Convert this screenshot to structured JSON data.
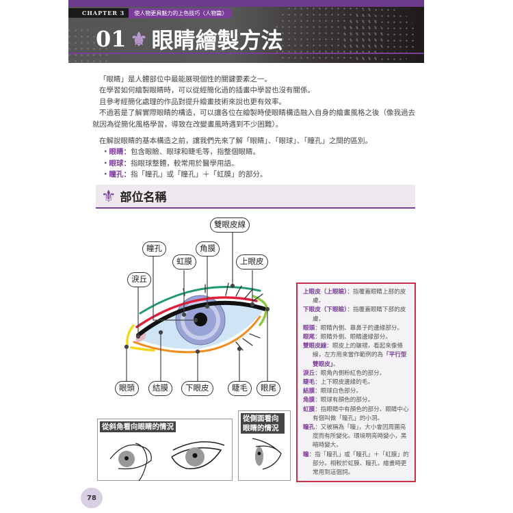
{
  "header": {
    "chapter_label": "CHAPTER 3",
    "chapter_title": "使人物更具魅力的上色技巧〈人物篇〉",
    "section_number": "01",
    "title": "眼睛繪製方法",
    "ornament": "⚜"
  },
  "intro": {
    "paragraphs": [
      "「眼睛」是人體部位中最能展現個性的關鍵要素之一。",
      "在學習如何繪製眼睛時，可以從經簡化過的插畫中學習也沒有關係。",
      "且參考經簡化處理的作品對提升繪畫技術來說也更有效率。",
      "不過若是了解實際眼睛的構造，可以讓各位在繪製時使眼睛構造融入自身的繪畫風格之後（像我過去就因為從簡化風格學習，導致在改變畫風時遇到不少困難）。",
      "在解說眼睛的基本構造之前，讓我們先來了解「眼睛」、「眼球」、「瞳孔」之間的區別。"
    ],
    "bullets": [
      {
        "term": "・眼睛：",
        "desc": "包含眼瞼、眼球和睫毛等，指整個眼睛。"
      },
      {
        "term": "・眼球：",
        "desc": "指眼球整體，較常用於醫學用語。"
      },
      {
        "term": "・瞳孔：",
        "desc": "指「瞳孔」或「瞳孔」＋「虹膜」的部分。"
      }
    ]
  },
  "section": {
    "title": "部位名稱",
    "ornament": "⚜"
  },
  "diagram_labels": {
    "double_eyelid_line": "雙眼皮線",
    "pupil": "瞳孔",
    "cornea": "角膜",
    "iris": "虹膜",
    "upper_eyelid": "上眼皮",
    "caruncle": "淚丘",
    "inner_corner": "眼頭",
    "conjunctiva": "結膜",
    "lower_eyelid": "下眼皮",
    "eyelashes": "睫毛",
    "outer_corner": "眼尾"
  },
  "legend": [
    {
      "term": "上眼皮（上眼瞼）",
      "desc": "：指覆蓋眼睛上部的皮膚。"
    },
    {
      "term": "下眼皮（下眼瞼）",
      "desc": "：指覆蓋眼睛下部的皮膚。"
    },
    {
      "term": "眼頭",
      "desc": "：眼睛內側、靠鼻子的邊緣部分。"
    },
    {
      "term": "眼尾",
      "desc": "：眼睛外側、眼睛邊緣部分。"
    },
    {
      "term": "雙眼皮線",
      "desc": "：眼皮上的皺褶，看起來像條線，左方用來當作範例的為",
      "highlight": "「平行型雙眼皮」",
      "tail": "。"
    },
    {
      "term": "淚丘",
      "desc": "：眼角內側粉紅色的部分。"
    },
    {
      "term": "睫毛",
      "desc": "：上下眼皮邊緣的毛。"
    },
    {
      "term": "結膜",
      "desc": "：眼球白色部分。"
    },
    {
      "term": "角膜",
      "desc": "：眼球有顏色的部分。"
    },
    {
      "term": "虹膜",
      "desc": "：指眼睛中有顏色的部分。眼睛中心有個叫做「瞳孔」的小洞。"
    },
    {
      "term": "瞳孔",
      "desc": "：又被稱為「瞳」，大小會因周圍亮度而有所變化。環境明亮時變小，黑暗時變大。"
    },
    {
      "term": "瞳",
      "desc": "：指「瞳孔」或「瞳孔」＋「虹膜」的部分。相較於虹膜、瞳孔，繪畫時更常用到這個詞。"
    }
  ],
  "panels": {
    "oblique_title": "從斜角看向眼睛的情況",
    "side_title": "從側面看向眼睛的情況"
  },
  "page_number": "78",
  "colors": {
    "accent": "#7a3e98",
    "legend_border": "#c8304a",
    "iris": "#9aa3d6",
    "sclera": "#cfe4f5"
  }
}
